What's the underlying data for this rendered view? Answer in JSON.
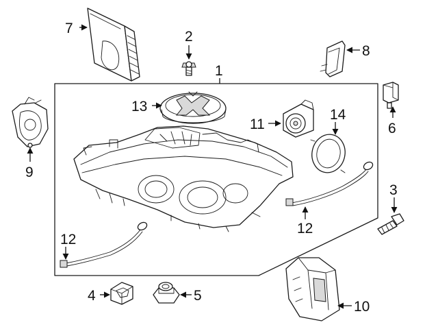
{
  "callouts": {
    "c1": "1",
    "c2": "2",
    "c3": "3",
    "c4": "4",
    "c5": "5",
    "c6": "6",
    "c7": "7",
    "c8": "8",
    "c9": "9",
    "c10": "10",
    "c11": "11",
    "c12a": "12",
    "c12b": "12",
    "c13": "13",
    "c14": "14"
  }
}
